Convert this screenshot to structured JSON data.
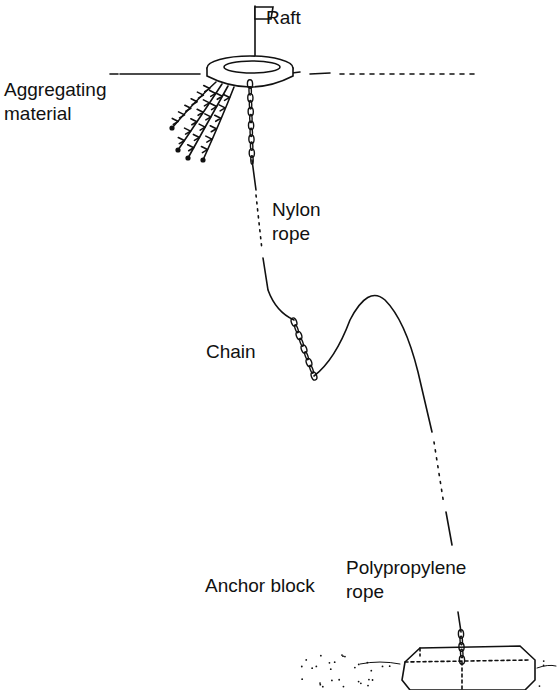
{
  "diagram": {
    "labels": [
      "Raft",
      "Aggregating material",
      "Nylon rope",
      "Chain",
      "Polypropylene rope",
      "Anchor block"
    ]
  }
}
